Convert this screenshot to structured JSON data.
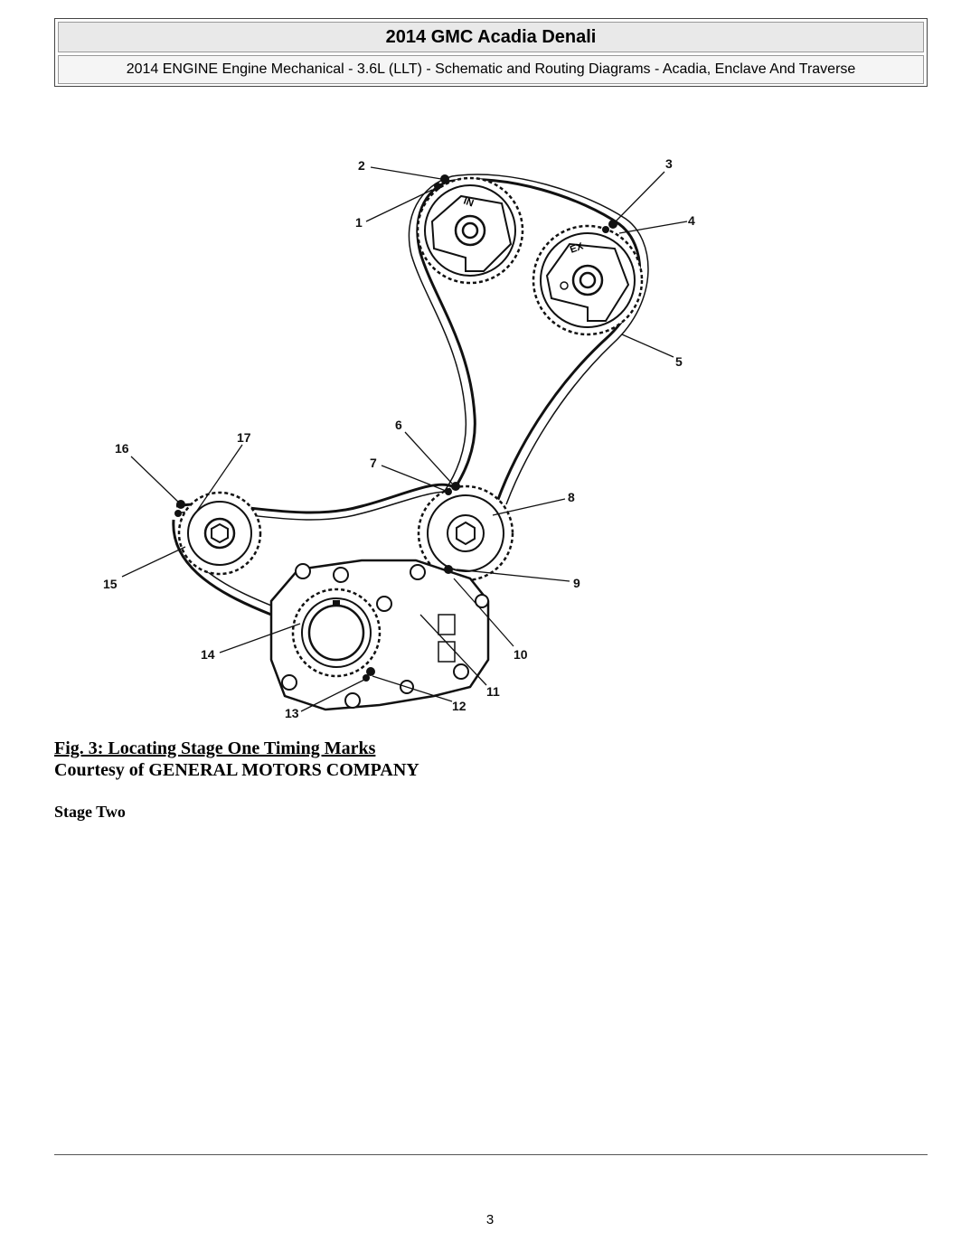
{
  "header": {
    "title": "2014 GMC Acadia Denali",
    "subtitle": "2014 ENGINE Engine Mechanical - 3.6L (LLT) - Schematic and Routing Diagrams - Acadia, Enclave And Traverse"
  },
  "diagram": {
    "sprocket_labels": {
      "intake": "IN",
      "exhaust": "EX"
    },
    "callouts": [
      "1",
      "2",
      "3",
      "4",
      "5",
      "6",
      "7",
      "8",
      "9",
      "10",
      "11",
      "12",
      "13",
      "14",
      "15",
      "16",
      "17"
    ]
  },
  "caption": {
    "figure": "Fig. 3: Locating Stage One Timing Marks",
    "courtesy": "Courtesy of GENERAL MOTORS COMPANY"
  },
  "section_heading": "Stage Two",
  "footer": {
    "page_number": "3"
  }
}
